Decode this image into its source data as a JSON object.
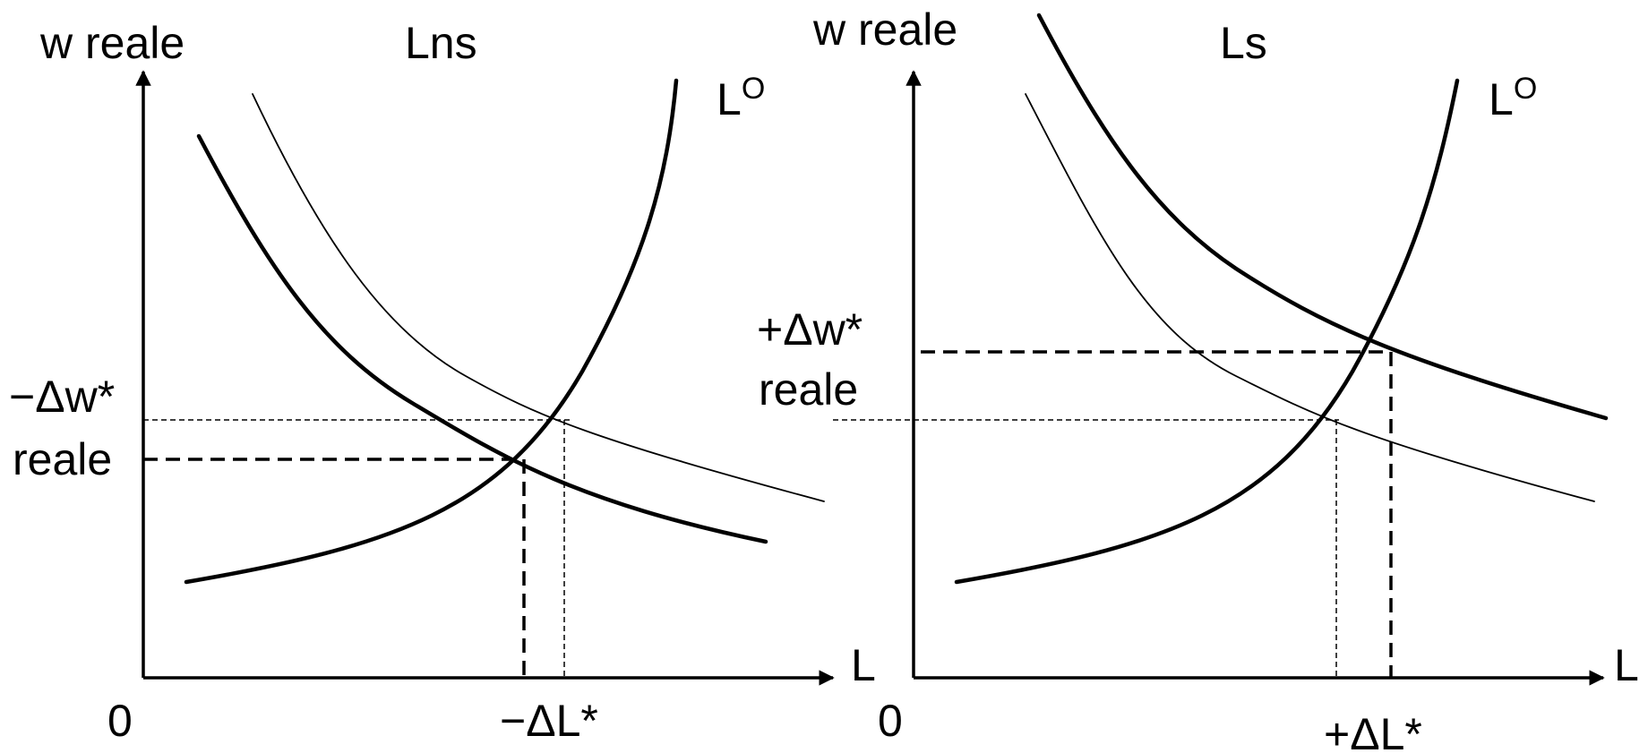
{
  "left_panel": {
    "y_axis_label": "w reale",
    "x_axis_label": "L",
    "origin_label": "0",
    "demand_label": "Lns",
    "supply_label_main": "L",
    "supply_label_sup": "O",
    "wage_change_line1": "−Δw*",
    "wage_change_line2": "reale",
    "employment_change": "−ΔL*"
  },
  "right_panel": {
    "y_axis_label": "w reale",
    "x_axis_label": "L",
    "origin_label": "0",
    "demand_label": "Ls",
    "supply_label_main": "L",
    "supply_label_sup": "O",
    "wage_change_line1": "+Δw*",
    "wage_change_line2": "reale",
    "employment_change": "+ΔL*"
  },
  "colors": {
    "ink": "#000000",
    "background": "#ffffff"
  }
}
